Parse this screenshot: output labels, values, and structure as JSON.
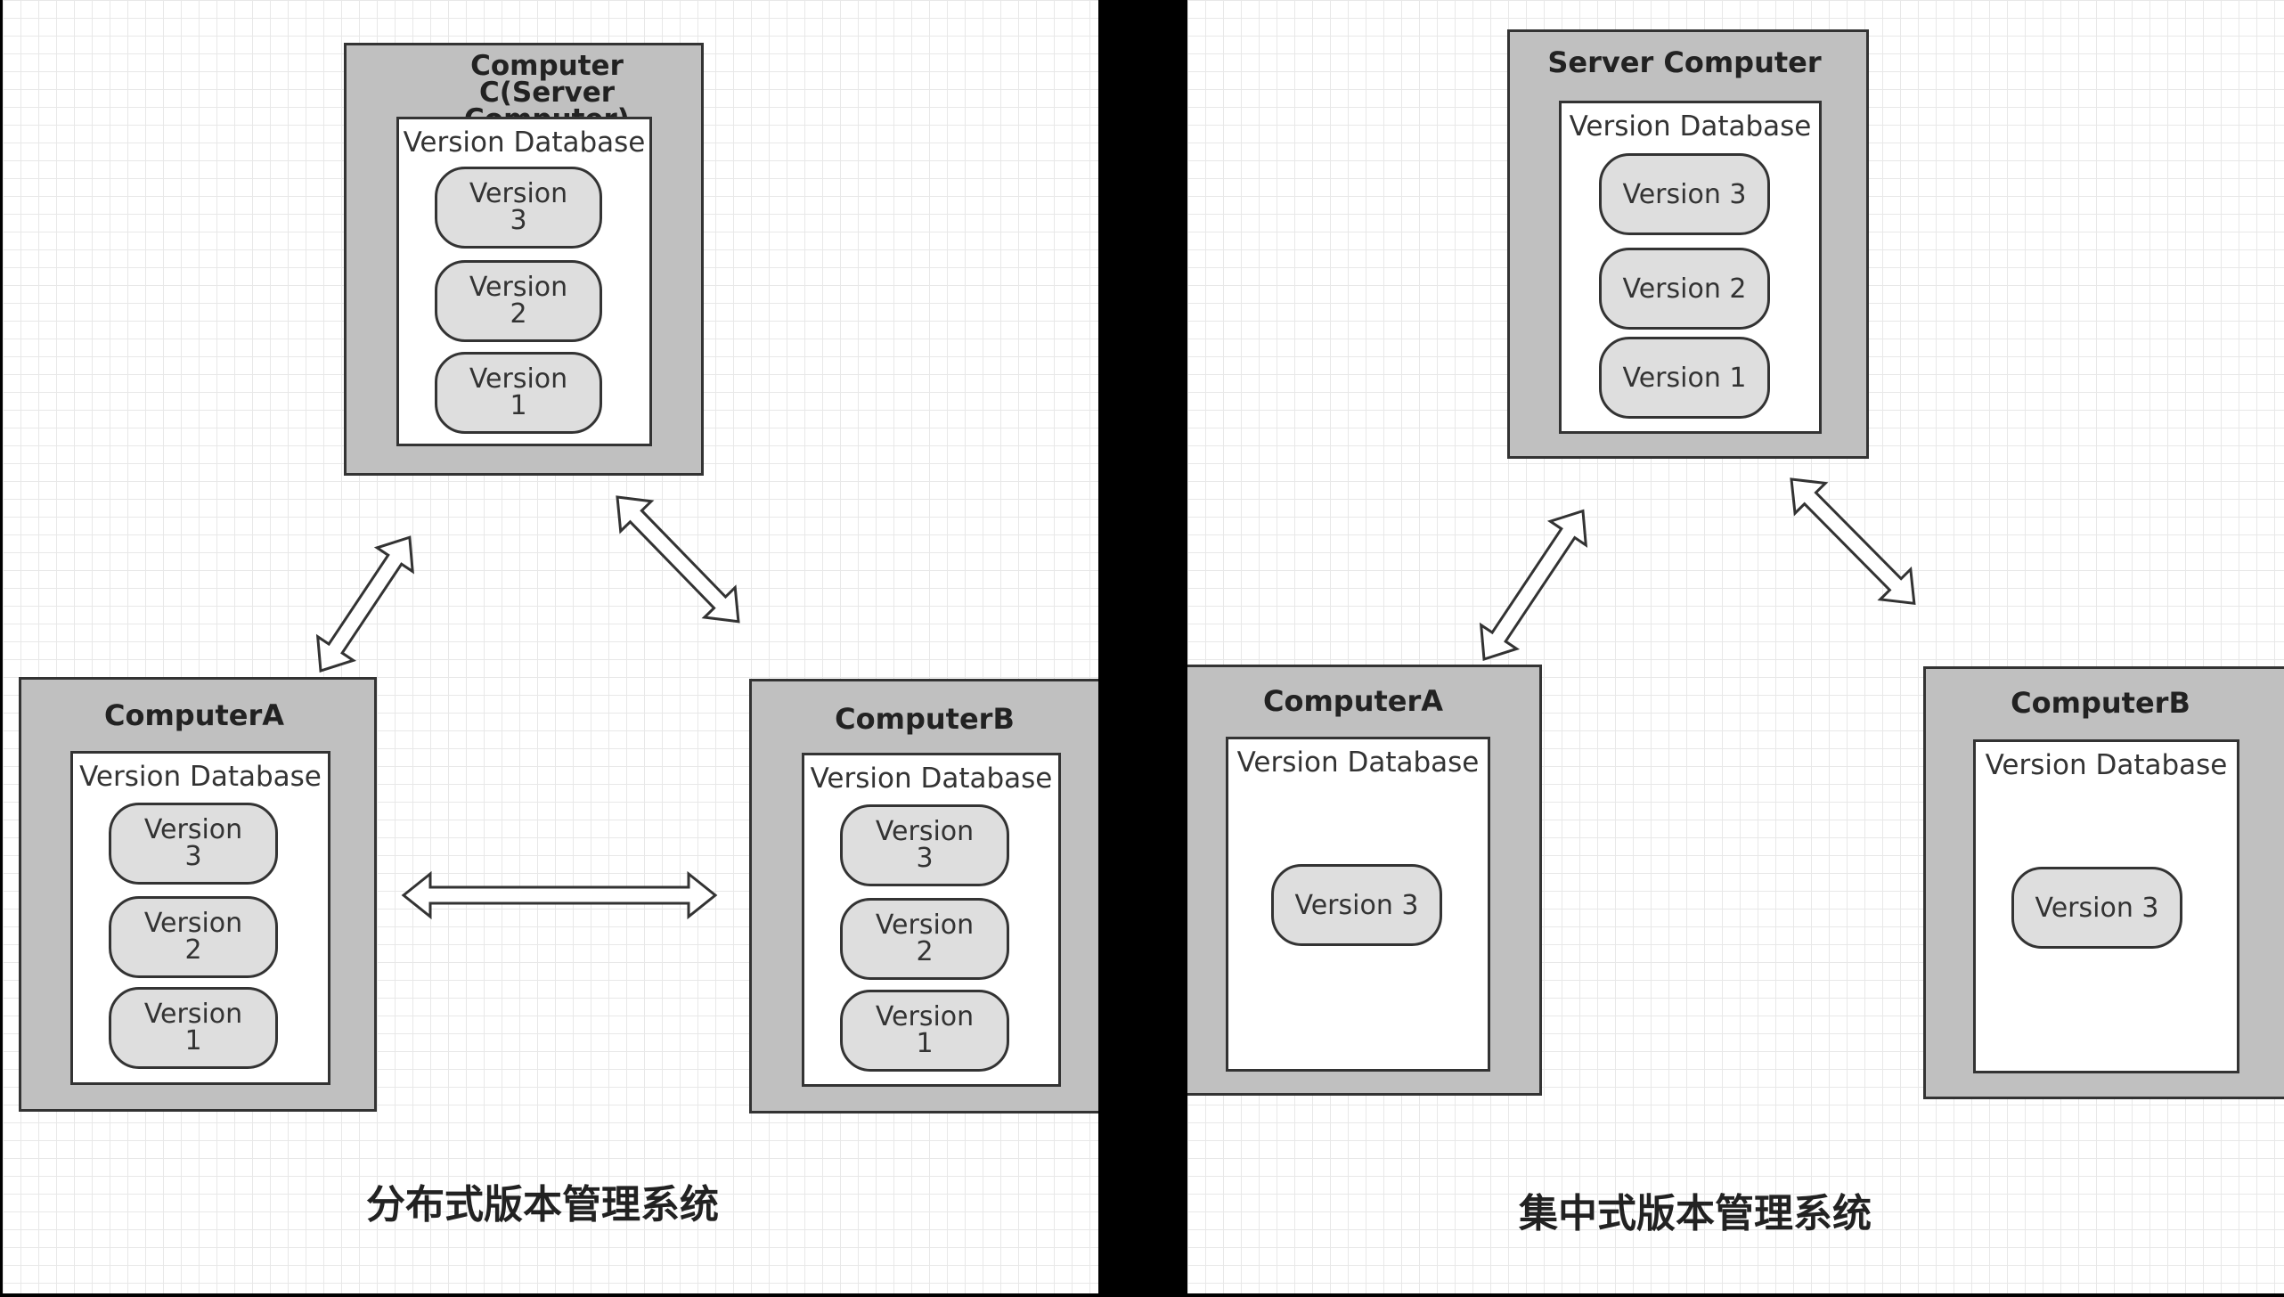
{
  "distributed": {
    "caption": "分布式版本管理系统",
    "server": {
      "title": "Computer C(Server Computer)",
      "db_title": "Version Database",
      "versions": [
        "Version 3",
        "Version 2",
        "Version 1"
      ]
    },
    "computer_a": {
      "title": "ComputerA",
      "db_title": "Version Database",
      "versions": [
        "Version 3",
        "Version 2",
        "Version 1"
      ]
    },
    "computer_b": {
      "title": "ComputerB",
      "db_title": "Version Database",
      "versions": [
        "Version 3",
        "Version 2",
        "Version 1"
      ]
    }
  },
  "centralized": {
    "caption": "集中式版本管理系统",
    "server": {
      "title": "Server Computer",
      "db_title": "Version Database",
      "versions": [
        "Version 3",
        "Version 2",
        "Version 1"
      ]
    },
    "computer_a": {
      "title": "ComputerA",
      "db_title": "Version Database",
      "versions": [
        "Version 3"
      ]
    },
    "computer_b": {
      "title": "ComputerB",
      "db_title": "Version Database",
      "versions": [
        "Version 3"
      ]
    }
  }
}
